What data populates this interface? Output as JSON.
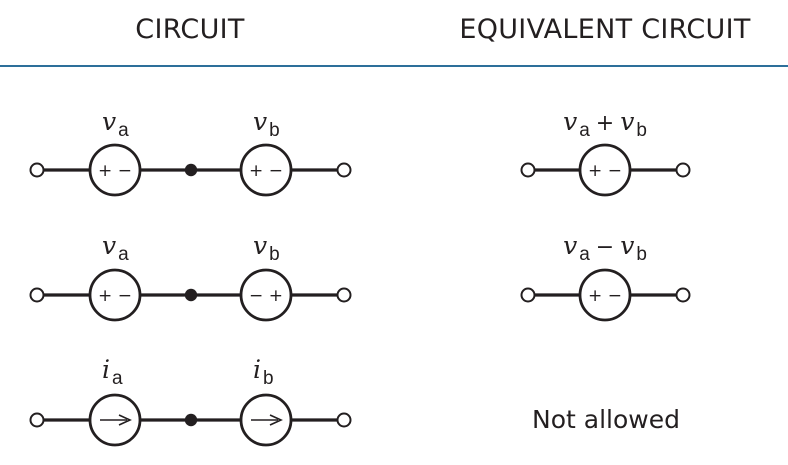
{
  "headers": {
    "circuit": "CIRCUIT",
    "equivalent": "EQUIVALENT CIRCUIT"
  },
  "rows": [
    {
      "circuit": {
        "source_type": "voltage",
        "sources": [
          {
            "symbol": "v",
            "subscript": "a",
            "polarity": "+ −"
          },
          {
            "symbol": "v",
            "subscript": "b",
            "polarity": "+ −"
          }
        ]
      },
      "equivalent": {
        "label": [
          {
            "symbol": "v",
            "subscript": "a"
          },
          {
            "op": "+"
          },
          {
            "symbol": "v",
            "subscript": "b"
          }
        ],
        "polarity": "+ −"
      }
    },
    {
      "circuit": {
        "source_type": "voltage",
        "sources": [
          {
            "symbol": "v",
            "subscript": "a",
            "polarity": "+ −"
          },
          {
            "symbol": "v",
            "subscript": "b",
            "polarity": "− +"
          }
        ]
      },
      "equivalent": {
        "label": [
          {
            "symbol": "v",
            "subscript": "a"
          },
          {
            "op": "−"
          },
          {
            "symbol": "v",
            "subscript": "b"
          }
        ],
        "polarity": "+ −"
      }
    },
    {
      "circuit": {
        "source_type": "current",
        "sources": [
          {
            "symbol": "i",
            "subscript": "a",
            "direction": "right-arrow"
          },
          {
            "symbol": "i",
            "subscript": "b",
            "direction": "right-arrow"
          }
        ]
      },
      "equivalent": {
        "text": "Not allowed"
      }
    }
  ]
}
